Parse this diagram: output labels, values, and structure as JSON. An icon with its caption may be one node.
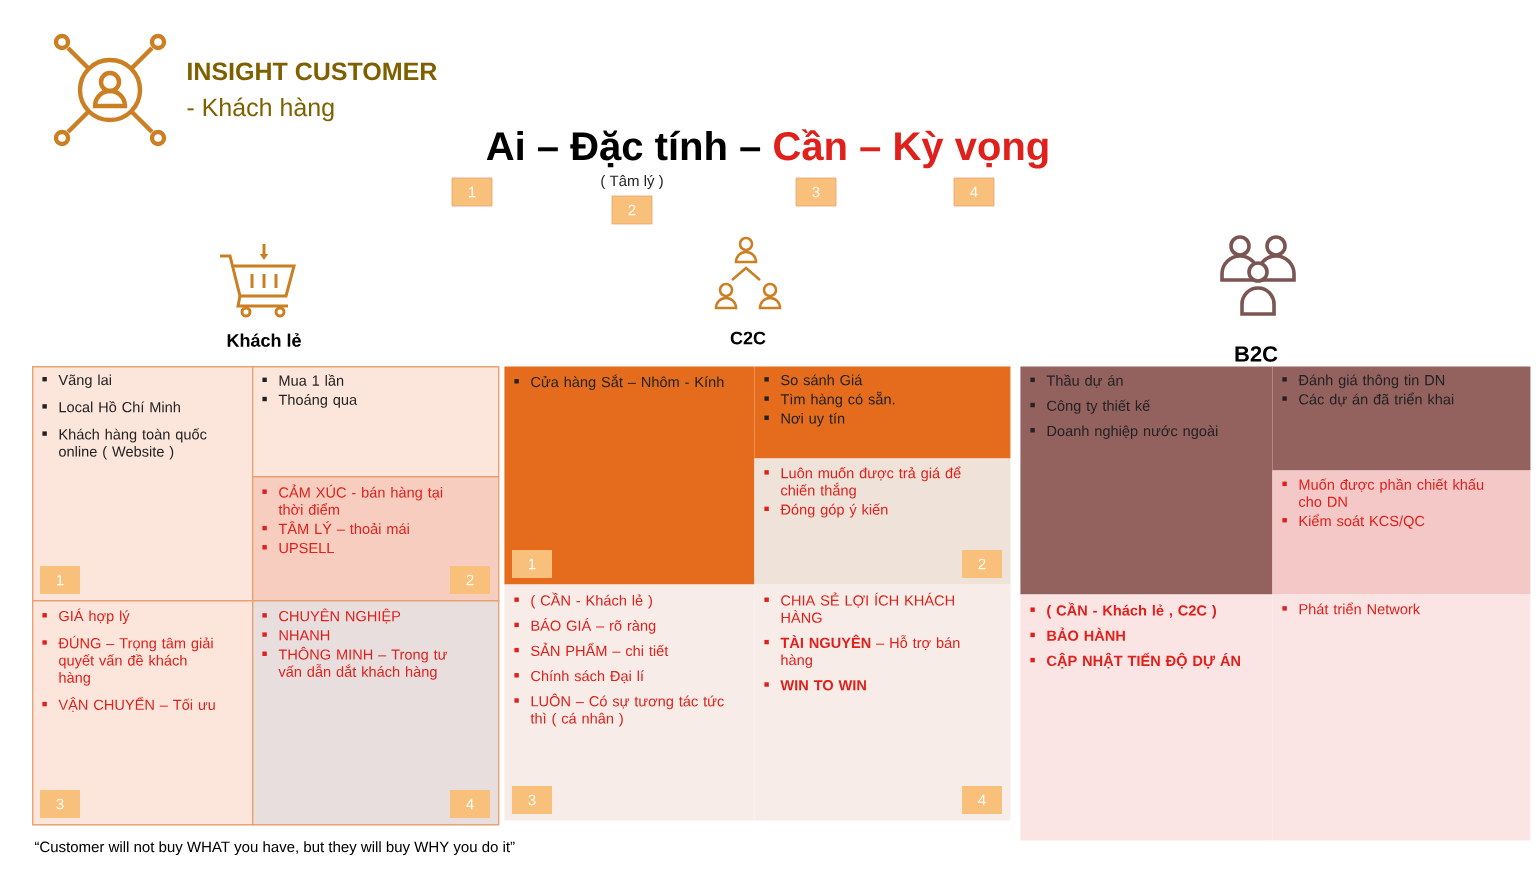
{
  "diagram": {
    "title": "INSIGHT CUSTOMER",
    "caption": "“Customer will not buy WHAT you have, but they will buy WHY you do it”",
    "nodes": [
      {
        "text": [
          "Vãng lai",
          "Local Hồ Chí Minh",
          "Khách hàng toàn quốc online ( Website )",
          "1"
        ]
      },
      {
        "text": [
          "Mua 1 lần",
          "Thoáng qua"
        ]
      },
      {
        "text": [
          "CẢM XÚC - bán hàng tại thời điểm",
          "TÂM LÝ – thoải mái",
          "UPSELL",
          "2"
        ]
      },
      {
        "text": [
          "GIÁ hợp lý",
          "ĐÚNG –  Trọng tâm giải quyết vấn đề khách hàng",
          "VẬN CHUYỂN – Tối ưu",
          "3"
        ]
      },
      {
        "text": [
          "CHUYÊN NGHIỆP",
          "NHANH",
          "THÔNG MINH – Trong tư vấn dẫn dắt khách hàng",
          "4"
        ]
      },
      {
        "text": [
          "Cửa hàng Sắt – Nhôm - Kính",
          "1"
        ]
      },
      {
        "text": [
          "So sánh Giá",
          "Tìm hàng có sẵn.",
          "Nơi uy tín"
        ]
      },
      {
        "text": [
          "Luôn muốn được trả giá để chiến thắng",
          "Đóng góp ý kiến",
          "2"
        ]
      },
      {
        "text": [
          "( CẦN - Khách lẻ )",
          "BÁO GIÁ – rõ ràng",
          "SẢN PHẨM – chi tiết",
          "Chính sách Đại lí",
          "LUÔN – Có sự tương tác tức thì ( cá nhân )",
          "3"
        ]
      },
      {
        "text": [
          "CHIA SẺ LỢI ÍCH KHÁCH HÀNG",
          "**TÀI NGUYÊN** – Hỗ trợ bán hàng",
          "WIN TO WIN",
          "4"
        ]
      },
      {
        "text": [
          "Thầu dự án",
          "Công ty thiết kế",
          "Doanh nghiệp nước ngoài"
        ]
      },
      {
        "text": [
          "Đánh giá thông tin DN",
          "Các dự án đã triển khai"
        ]
      },
      {
        "text": [
          "Muốn được phần chiết khấu cho DN",
          "Kiểm soát KCS/QC"
        ]
      },
      {
        "text": [
          "( CẦN - Khách lẻ , C2C )",
          "BẢO HÀNH",
          "CẬP NHẬT TIẾN ĐỘ DỰ ÁN"
        ]
      },
      {
        "text": [
          "Phát triển Network"
        ]
      }
    ],
    "labels": [
      "- Khách hàng",
      "Ai – Đặc tính –",
      "Cần – Kỳ vọng",
      "1",
      "( Tâm lý )",
      "2",
      "3",
      "4",
      "Khách lẻ",
      "C2C",
      "B2C"
    ]
  }
}
